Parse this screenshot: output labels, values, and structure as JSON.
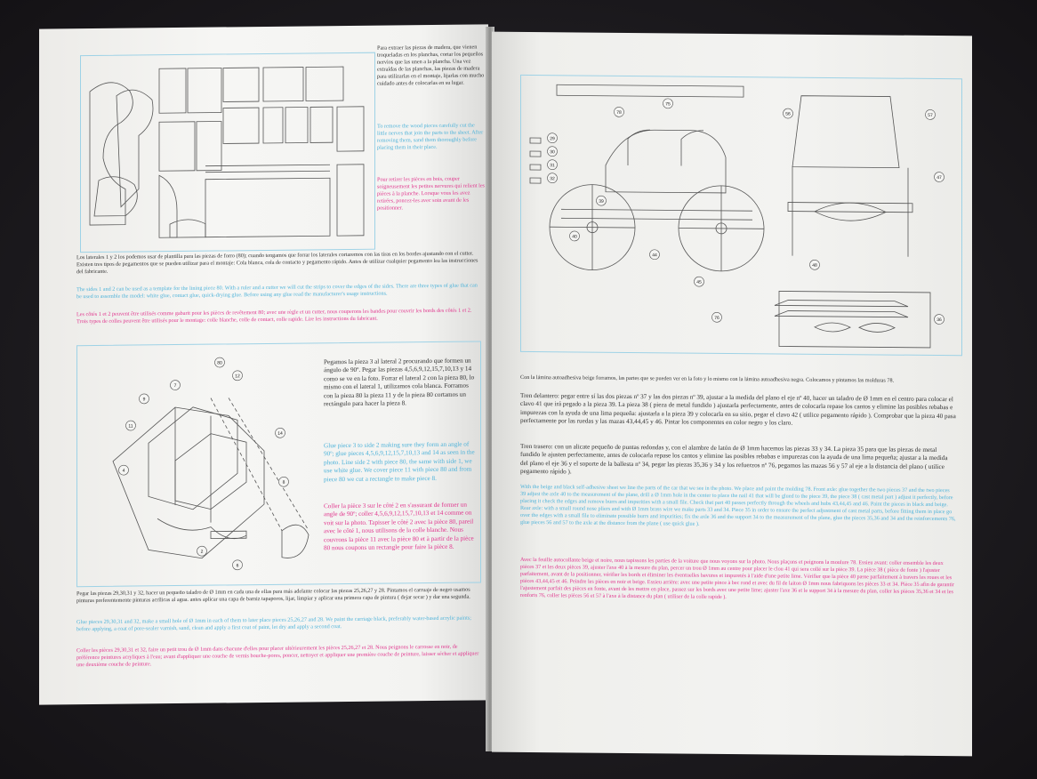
{
  "left_page": {
    "column_text_es": "Para extraer las piezas de madera, que vienen troqueladas en los planchas, cortar los pequeños nervios que las unen a la plancha. Una vez extraídas de las planchas, las piezas de madera para utilizarlas en el montaje, lijarlas con mucho cuidado antes de colocarlas en su lugar.",
    "column_text_en": "To remove the wood pieces carefully cut the little nerves that join the parts to the sheet. After removing them, sand them thoroughly before placing them in their place.",
    "column_text_fr": "Pour retirer les pièces en bois, couper soigneusement les petites nervures qui relient les pièces à la planche. Lorsque vous les avez retirées, poncez-les avec soin avant de les positionner.",
    "paragraph1_es": "Los laterales 1 y 2 los podemos usar de plantilla para las piezas de forro (80); cuando tengamos que forrar los laterales cortaremos con las tiras en los bordes ajustando con el cutter. Existen tres tipos de pegamentos que se pueden utilizar para el montaje: Cola blanca, cola de contacto y pegamento rápido. Antes de utilizar cualquier pegamento lea las instrucciones del fabricante.",
    "paragraph1_en": "The sides 1 and 2 can be used as a template for the lining piece 80. With a ruler and a cutter we will cut the strips to cover the edges of the sides. There are three types of glue that can be used to assemble the model: white glue, contact glue, quick-drying glue. Before using any glue read the manufacturer's usage instructions.",
    "paragraph1_fr": "Les côtés 1 et 2 peuvent être utilisés comme gabarit pour les pièces de revêtement 80; avec une règle et un cutter, nous couperons les bandes pour couvrir les bords des côtés 1 et 2. Trois types de colles peuvent être utilisés pour le montage: colle blanche, colle de contact, colle rapide. Lire les instructions du fabricant.",
    "paragraph2_es": "Pegamos la pieza 3 al lateral 2 procurando que formen un ángulo de 90º. Pegar las piezas 4,5,6,9,12,15,7,10,13 y 14 como se ve en la foto. Forrar el lateral 2 con la pieza 80, lo mismo con el lateral 1, utilizamos cola blanca. Forramos con la pieza 80 la pieza 11 y de la pieza 80 cortamos un rectángulo para hacer la pieza 8.",
    "paragraph2_en": "Glue piece 3 to side 2 making sure they form an angle of 90º; glue pieces 4,5,6,9,12,15,7,10,13 and 14 as seen in the photo. Line side 2 with piece 80, the same with side 1, we use white glue. We cover piece 11 with piece 80 and from piece 80 we cut a rectangle to make piece 8.",
    "paragraph2_fr": "Coller la pièce 3 sur le côté 2 en s'assurant de former un angle de 90º; coller 4,5,6,9,12,15,7,10,13 et 14 comme on voit sur la photo. Tapisser le côté 2 avec la pièce 80, pareil avec le côté 1, nous utilisons de la colle blanche. Nous couvrons la pièce 11 avec la pièce 80 et à partir de la pièce 80 nous coupons un rectangle pour faire la pièce 8.",
    "paragraph3_es": "Pegar las piezas 29,30,31 y 32, hacer un pequeño taladro de Ø 1mm en cada una de ellas para más adelante colocar las piezas 25,26,27 y 28. Pintamos el carruaje de negro usamos pinturas preferentemente pinturas acrílicas al agua. antes aplicar una capa de barniz tapaporos, lijar, limpiar y aplicar una primera capa de pintura ( dejar secar ) y dar una segunda.",
    "paragraph3_en": "Glue pieces 29,30,31 and 32, make a small hole of Ø 1mm in each of them to later place pieces 25,26,27 and 28. We paint the carriage black, preferably water-based acrylic paints; before applying, a coat of pore-sealer varnish, sand, clean and apply a first coat of paint, let dry and apply a second coat.",
    "paragraph3_fr": "Coller les pièces 29,30,31 et 32, faire un petit trou de Ø 1mm dans chacune d'elles pour placer ultérieurement les pièces 25,26,27 et 28. Nous peignons le carrosse en noir, de préférence peintures acryliques à l'eau; avant d'appliquer une couche de vernis bouche-pores, poncer, nettoyer et appliquer une première couche de peinture, laisser sécher et appliquer une deuxième couche de peinture."
  },
  "right_page": {
    "intro_es": "Con la lámina autoadhesiva beige forramos, las partes que se pueden ver en la foto y lo mismo con la lámina autoadhesiva negra. Colocamos y pintamos las molduras 78.",
    "front_es": "Tren delantero: pegar entre sí las dos piezas nº 37 y las dos piezas nº 39, ajustar a la medida del plano el eje nº 40, hacer un taladro de Ø 1mm en el centro para colocar el clavo 41 que irá pegado a la pieza 39. La pieza 38 ( pieza de metal fundido ) ajustarla perfectamente, antes de colocarla repase los cantos y elimine las posibles rebabas e impurezas con la ayuda de una lima pequeña: ajustarla a la pieza 39 y colocarla en su sitio, pegar el clavo 42 ( utilice pegamento rápido ). Comprobar que la pieza 40 pasa perfectamente por las ruedas y las mazas 43,44,45 y 46. Pintar los componentes en color negro y los claro.",
    "rear_es": "Tren trasero: con un alicate pequeño de puntas redondas y, con el alambre de latón de Ø 1mm hacemos las piezas 33 y 34. La pieza 35 para que las piezas de metal fundido le ajusten perfectamente, antes de colocarla repase los cantos y elimine las posibles rebabas e impurezas con la ayuda de una lima pequeña; ajustar a la medida del plano el eje 36 y el soporte de la ballesta nº 34, pegar las piezas 35,36 y 34 y los refuerzos nº 76, pegamos las mazas 56 y 57 al eje a la distancia del plano ( utilice pegamento rápido ).",
    "en_block": "With the beige and black self-adhesive sheet we line the parts of the car that we see in the photo. We place and paint the molding 78. Front axle: glue together the two pieces 37 and the two pieces 39 adjust the axle 40 to the measurement of the plane, drill a Ø 1mm hole in the center to place the nail 41 that will be glued to the piece 39, the piece 38 ( cast metal part ) adjust it perfectly, before placing it check the edges and remove burrs and impurities with a small file. Check that part 40 passes perfectly through the wheels and hubs 43,44,45 and 46. Paint the pieces in black and beige. Rear axle: with a small round nose pliers and with Ø 1mm brass wire we make parts 33 and 34. Piece 35 in order to ensure the perfect adjustment of cast metal parts, before fitting them in place go over the edges with a small file to eliminate possible burrs and impurities; fix the axle 36 and the support 34 to the measurement of the plane, glue the pieces 35,36 and 34 and the reinforcements 76, glue pieces 56 and 57 to the axle at the distance from the plane ( use quick glue ).",
    "fr_block": "Avec la feuille autocollante beige et noire, nous tapissons les parties de la voiture que nous voyons sur la photo. Nous plaçons et peignons la moulure 78. Essieu avant: coller ensemble les deux pièces 37 et les deux pièces 39, ajuster l'axe 40 à la mesure du plan, percer un trou Ø 1mm au centre pour placer le clou 41 qui sera collé sur la pièce 39. La pièce 38 ( pièce de fonte ) l'ajuster parfaitement, avant de la positionner, vérifier les bords et éliminer les éventuelles bavures et impuretés à l'aide d'une petite lime. Vérifier que la pièce 40 passe parfaitement à travers les roues et les pièces 43,44,45 et 46. Peindre les pièces en noir et beige. Essieu arrière: avec une petite pince à bec rond et avec du fil de laiton Ø 1mm nous fabriquons les pièces 33 et 34. Pièce 35 afin de garantir l'ajustement parfait des pièces en fonte, avant de les mettre en place, passez sur les bords avec une petite lime; ajuster l'axe 36 et le support 34 à la mesure du plan, coller les pièces 35,36 et 34 et les renforts 76, coller les pièces 56 et 57 à l'axe à la distance du plan ( utiliser de la colle rapide )."
  }
}
